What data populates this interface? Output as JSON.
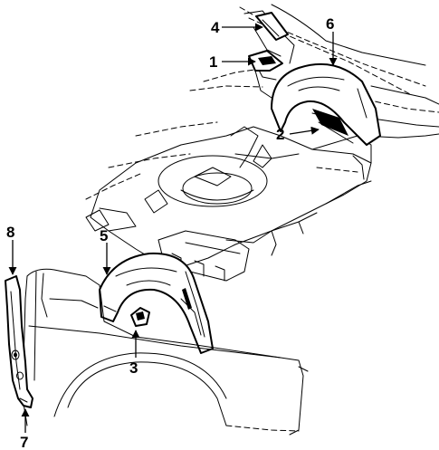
{
  "callouts": {
    "c1": "1",
    "c2": "2",
    "c3": "3",
    "c4": "4",
    "c5": "5",
    "c6": "6",
    "c7": "7",
    "c8": "8"
  },
  "colors": {
    "ink": "#000000",
    "paper": "#ffffff"
  }
}
